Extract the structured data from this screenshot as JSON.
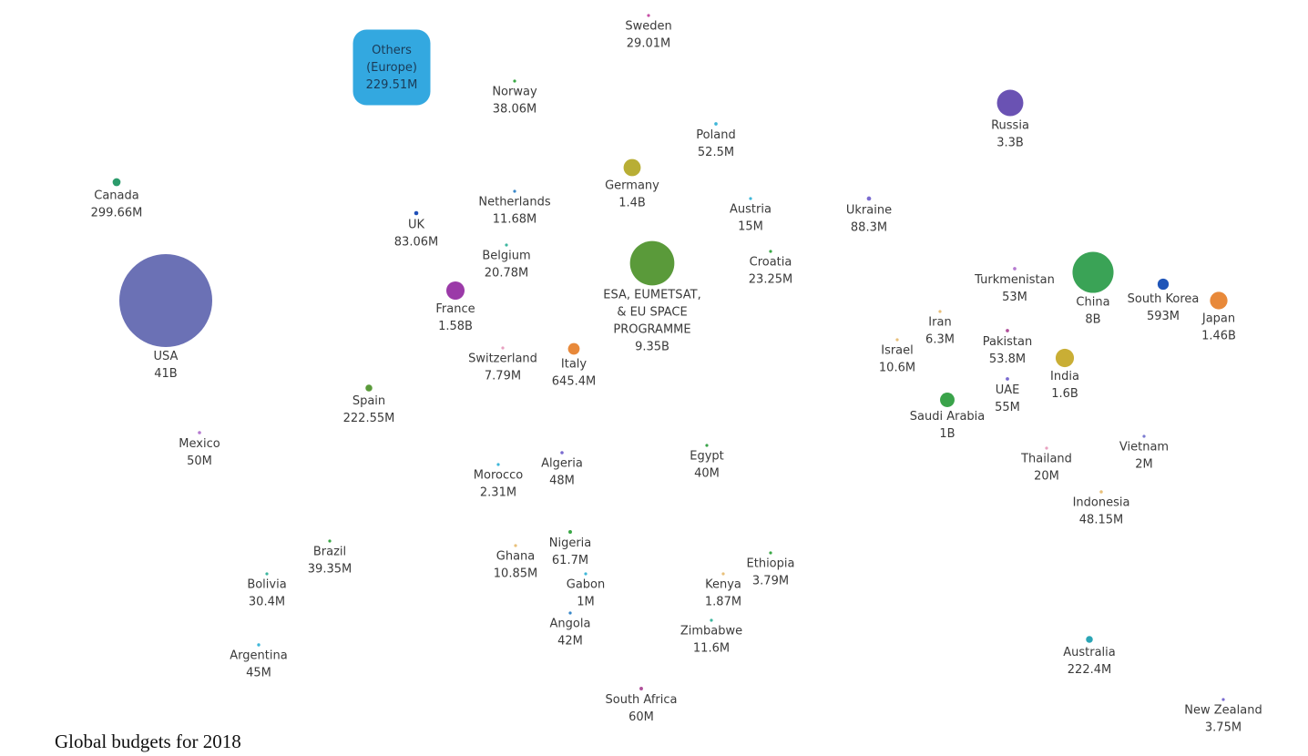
{
  "caption": "Global budgets for 2018",
  "chart_data": {
    "type": "bubble",
    "title": "",
    "items": [
      {
        "name": "Sweden",
        "label": "29.01M",
        "value_usd": 29010000,
        "color": "#c64fa6"
      },
      {
        "name": "Others\n(Europe)",
        "label": "229.51M",
        "value_usd": 229510000,
        "color": "#33a8e0",
        "shape": "rounded-rect"
      },
      {
        "name": "Norway",
        "label": "38.06M",
        "value_usd": 38060000,
        "color": "#39a845"
      },
      {
        "name": "Russia",
        "label": "3.3B",
        "value_usd": 3300000000,
        "color": "#6a52b3"
      },
      {
        "name": "Poland",
        "label": "52.5M",
        "value_usd": 52500000,
        "color": "#3fb7d9"
      },
      {
        "name": "Germany",
        "label": "1.4B",
        "value_usd": 1400000000,
        "color": "#b8ae35"
      },
      {
        "name": "Canada",
        "label": "299.66M",
        "value_usd": 299660000,
        "color": "#2b9b6b"
      },
      {
        "name": "Netherlands",
        "label": "11.68M",
        "value_usd": 11680000,
        "color": "#3a88c9"
      },
      {
        "name": "Austria",
        "label": "15M",
        "value_usd": 15000000,
        "color": "#3fb7d9"
      },
      {
        "name": "Ukraine",
        "label": "88.3M",
        "value_usd": 88300000,
        "color": "#7a6bd0"
      },
      {
        "name": "UK",
        "label": "83.06M",
        "value_usd": 83060000,
        "color": "#1f4fb8"
      },
      {
        "name": "Belgium",
        "label": "20.78M",
        "value_usd": 20780000,
        "color": "#3fb7a0"
      },
      {
        "name": "ESA, EUMETSAT,\n& EU SPACE\nPROGRAMME",
        "label": "9.35B",
        "value_usd": 9350000000,
        "color": "#5a9a3a"
      },
      {
        "name": "Croatia",
        "label": "23.25M",
        "value_usd": 23250000,
        "color": "#39a845"
      },
      {
        "name": "USA",
        "label": "41B",
        "value_usd": 41000000000,
        "color": "#6b71b5"
      },
      {
        "name": "France",
        "label": "1.58B",
        "value_usd": 1580000000,
        "color": "#9b3aa8"
      },
      {
        "name": "Turkmenistan",
        "label": "53M",
        "value_usd": 53000000,
        "color": "#b57ad0"
      },
      {
        "name": "China",
        "label": "8B",
        "value_usd": 8000000000,
        "color": "#3aa356"
      },
      {
        "name": "South Korea",
        "label": "593M",
        "value_usd": 593000000,
        "color": "#1f55b8"
      },
      {
        "name": "Japan",
        "label": "1.46B",
        "value_usd": 1460000000,
        "color": "#e8893a"
      },
      {
        "name": "Iran",
        "label": "6.3M",
        "value_usd": 6300000,
        "color": "#e8c07a"
      },
      {
        "name": "Israel",
        "label": "10.6M",
        "value_usd": 10600000,
        "color": "#e8c07a"
      },
      {
        "name": "Pakistan",
        "label": "53.8M",
        "value_usd": 53800000,
        "color": "#b0509a"
      },
      {
        "name": "Switzerland",
        "label": "7.79M",
        "value_usd": 7790000,
        "color": "#e8a0c0"
      },
      {
        "name": "Italy",
        "label": "645.4M",
        "value_usd": 645400000,
        "color": "#e8893a"
      },
      {
        "name": "India",
        "label": "1.6B",
        "value_usd": 1600000000,
        "color": "#c9ae35"
      },
      {
        "name": "UAE",
        "label": "55M",
        "value_usd": 55000000,
        "color": "#7a6bd0"
      },
      {
        "name": "Spain",
        "label": "222.55M",
        "value_usd": 222550000,
        "color": "#5a9a3a"
      },
      {
        "name": "Saudi Arabia",
        "label": "1B",
        "value_usd": 1000000000,
        "color": "#3aa34a"
      },
      {
        "name": "Mexico",
        "label": "50M",
        "value_usd": 50000000,
        "color": "#b57ad0"
      },
      {
        "name": "Vietnam",
        "label": "2M",
        "value_usd": 2000000,
        "color": "#7a7ad0"
      },
      {
        "name": "Egypt",
        "label": "40M",
        "value_usd": 40000000,
        "color": "#3aa34a"
      },
      {
        "name": "Algeria",
        "label": "48M",
        "value_usd": 48000000,
        "color": "#7a6bd0"
      },
      {
        "name": "Thailand",
        "label": "20M",
        "value_usd": 20000000,
        "color": "#e8a0c0"
      },
      {
        "name": "Morocco",
        "label": "2.31M",
        "value_usd": 2310000,
        "color": "#3fb7d9"
      },
      {
        "name": "Indonesia",
        "label": "48.15M",
        "value_usd": 48150000,
        "color": "#e8c07a"
      },
      {
        "name": "Nigeria",
        "label": "61.7M",
        "value_usd": 61700000,
        "color": "#39a845"
      },
      {
        "name": "Brazil",
        "label": "39.35M",
        "value_usd": 39350000,
        "color": "#39a845"
      },
      {
        "name": "Ghana",
        "label": "10.85M",
        "value_usd": 10850000,
        "color": "#e8c07a"
      },
      {
        "name": "Ethiopia",
        "label": "3.79M",
        "value_usd": 3790000,
        "color": "#39a845"
      },
      {
        "name": "Gabon",
        "label": "1M",
        "value_usd": 1000000,
        "color": "#3fb7d9"
      },
      {
        "name": "Kenya",
        "label": "1.87M",
        "value_usd": 1870000,
        "color": "#e8c07a"
      },
      {
        "name": "Bolivia",
        "label": "30.4M",
        "value_usd": 30400000,
        "color": "#3fb7a0"
      },
      {
        "name": "Angola",
        "label": "42M",
        "value_usd": 42000000,
        "color": "#3a88c9"
      },
      {
        "name": "Zimbabwe",
        "label": "11.6M",
        "value_usd": 11600000,
        "color": "#3fb7a0"
      },
      {
        "name": "Australia",
        "label": "222.4M",
        "value_usd": 222400000,
        "color": "#2ba5b5"
      },
      {
        "name": "Argentina",
        "label": "45M",
        "value_usd": 45000000,
        "color": "#3fb7d9"
      },
      {
        "name": "South Africa",
        "label": "60M",
        "value_usd": 60000000,
        "color": "#b0509a"
      },
      {
        "name": "New Zealand",
        "label": "3.75M",
        "value_usd": 3750000,
        "color": "#7a6bd0"
      }
    ]
  }
}
